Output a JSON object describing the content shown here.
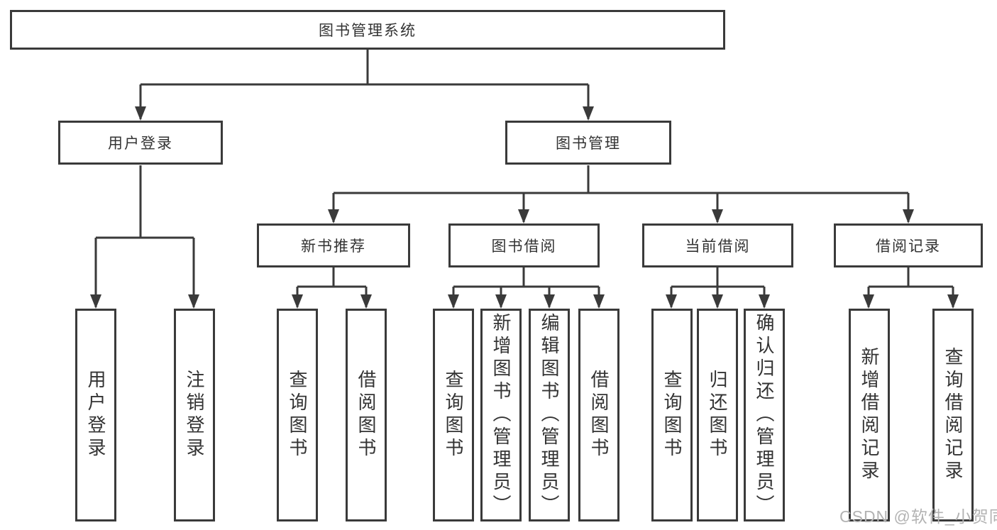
{
  "tree": {
    "root": {
      "label": "图书管理系统"
    },
    "branches": [
      {
        "label": "用户登录",
        "children": [
          {
            "label": "用户登录"
          },
          {
            "label": "注销登录"
          }
        ]
      },
      {
        "label": "图书管理",
        "children": [
          {
            "label": "新书推荐",
            "children": [
              {
                "label": "查询图书"
              },
              {
                "label": "借阅图书"
              }
            ]
          },
          {
            "label": "图书借阅",
            "children": [
              {
                "label": "查询图书"
              },
              {
                "label": "新增图书（管理员）"
              },
              {
                "label": "编辑图书（管理员）"
              },
              {
                "label": "借阅图书"
              }
            ]
          },
          {
            "label": "当前借阅",
            "children": [
              {
                "label": "查询图书"
              },
              {
                "label": "归还图书"
              },
              {
                "label": "确认归还（管理员）"
              }
            ]
          },
          {
            "label": "借阅记录",
            "children": [
              {
                "label": "新增借阅记录"
              },
              {
                "label": "查询借阅记录"
              }
            ]
          }
        ]
      }
    ]
  },
  "watermark": {
    "text": "CSDN @软件_小贺同学"
  },
  "colors": {
    "line": "#3a3a3a",
    "text": "#333333",
    "watermark": "#b3b3b3",
    "background": "#ffffff"
  }
}
